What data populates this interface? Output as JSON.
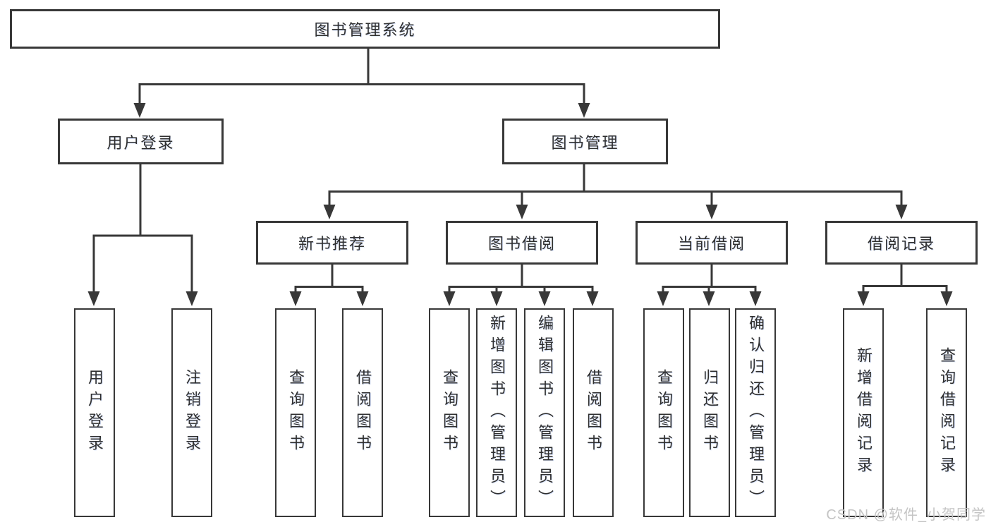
{
  "nodes": {
    "root": "图书管理系统",
    "user_login": "用户登录",
    "book_management": "图书管理",
    "new_book_recommendation": "新书推荐",
    "book_borrowing": "图书借阅",
    "current_borrowing": "当前借阅",
    "borrowing_records": "借阅记录",
    "leaf_user_login": "用户登录",
    "leaf_logout": "注销登录",
    "leaf_nb_query": "查询图书",
    "leaf_nb_borrow": "借阅图书",
    "leaf_bb_query": "查询图书",
    "leaf_bb_add": "新增图书（管理员）",
    "leaf_bb_edit": "编辑图书（管理员）",
    "leaf_bb_borrow": "借阅图书",
    "leaf_cb_query": "查询图书",
    "leaf_cb_return": "归还图书",
    "leaf_cb_confirm": "确认归还（管理员）",
    "leaf_br_add": "新增借阅记录",
    "leaf_br_query": "查询借阅记录"
  },
  "watermark": "CSDN @软件_小贺同学",
  "colors": {
    "line": "#383838",
    "text": "#2f2f2f",
    "watermark": "#c4c4c4",
    "background": "#ffffff"
  }
}
